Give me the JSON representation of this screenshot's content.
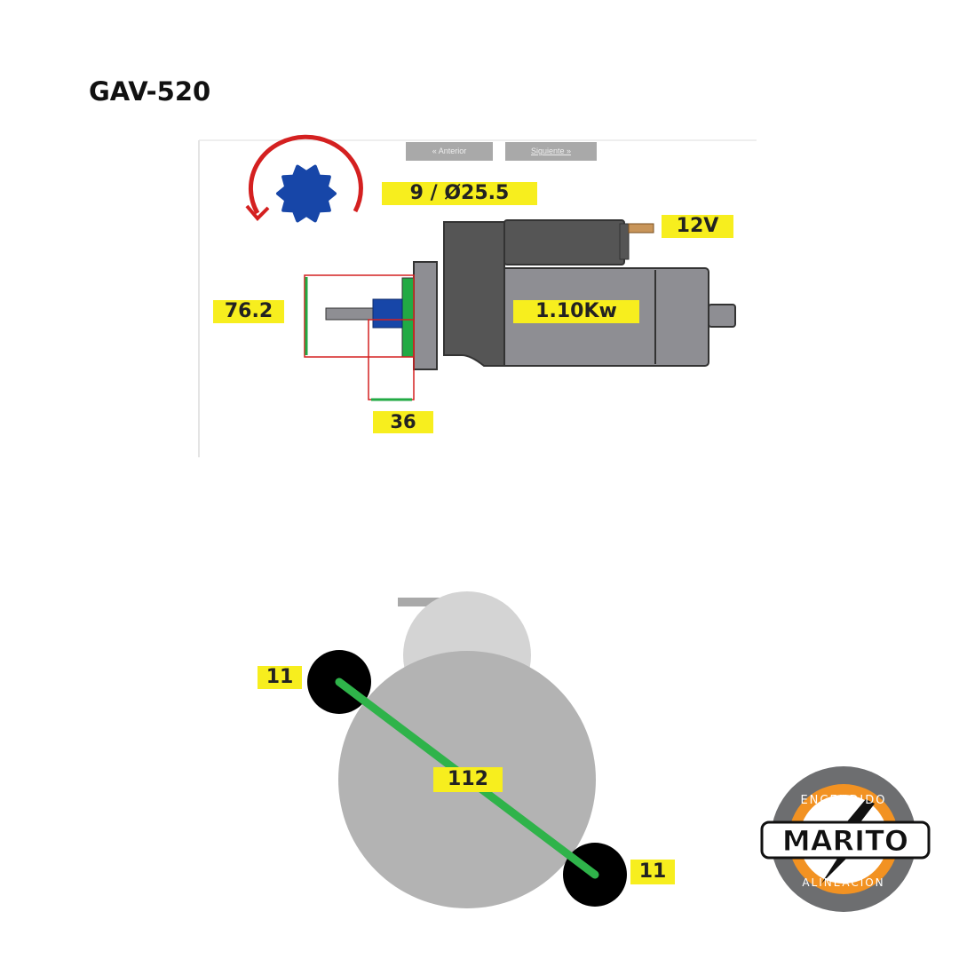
{
  "title": "GAV-520",
  "top_diagram": {
    "prev_button": "« Anterior",
    "next_button": "Siguiente »",
    "pinion_label": "9 / Ø25.5",
    "voltage_label": "12V",
    "power_label": "1.10Kw",
    "flange_diameter_label": "76.2",
    "pinion_offset_label": "36"
  },
  "bottom_diagram": {
    "hole_top_label": "11",
    "hole_distance_label": "112",
    "hole_bottom_label": "11"
  },
  "logo": {
    "top_text": "ENCENDIDO",
    "main_text": "MARITO",
    "bottom_text": "ALINEACION"
  },
  "colors": {
    "label_yellow": "#f7ee1e",
    "gear_blue": "#1746a8",
    "arrow_red": "#d42020",
    "dim_green": "#22aa44",
    "logo_orange": "#f29222"
  }
}
